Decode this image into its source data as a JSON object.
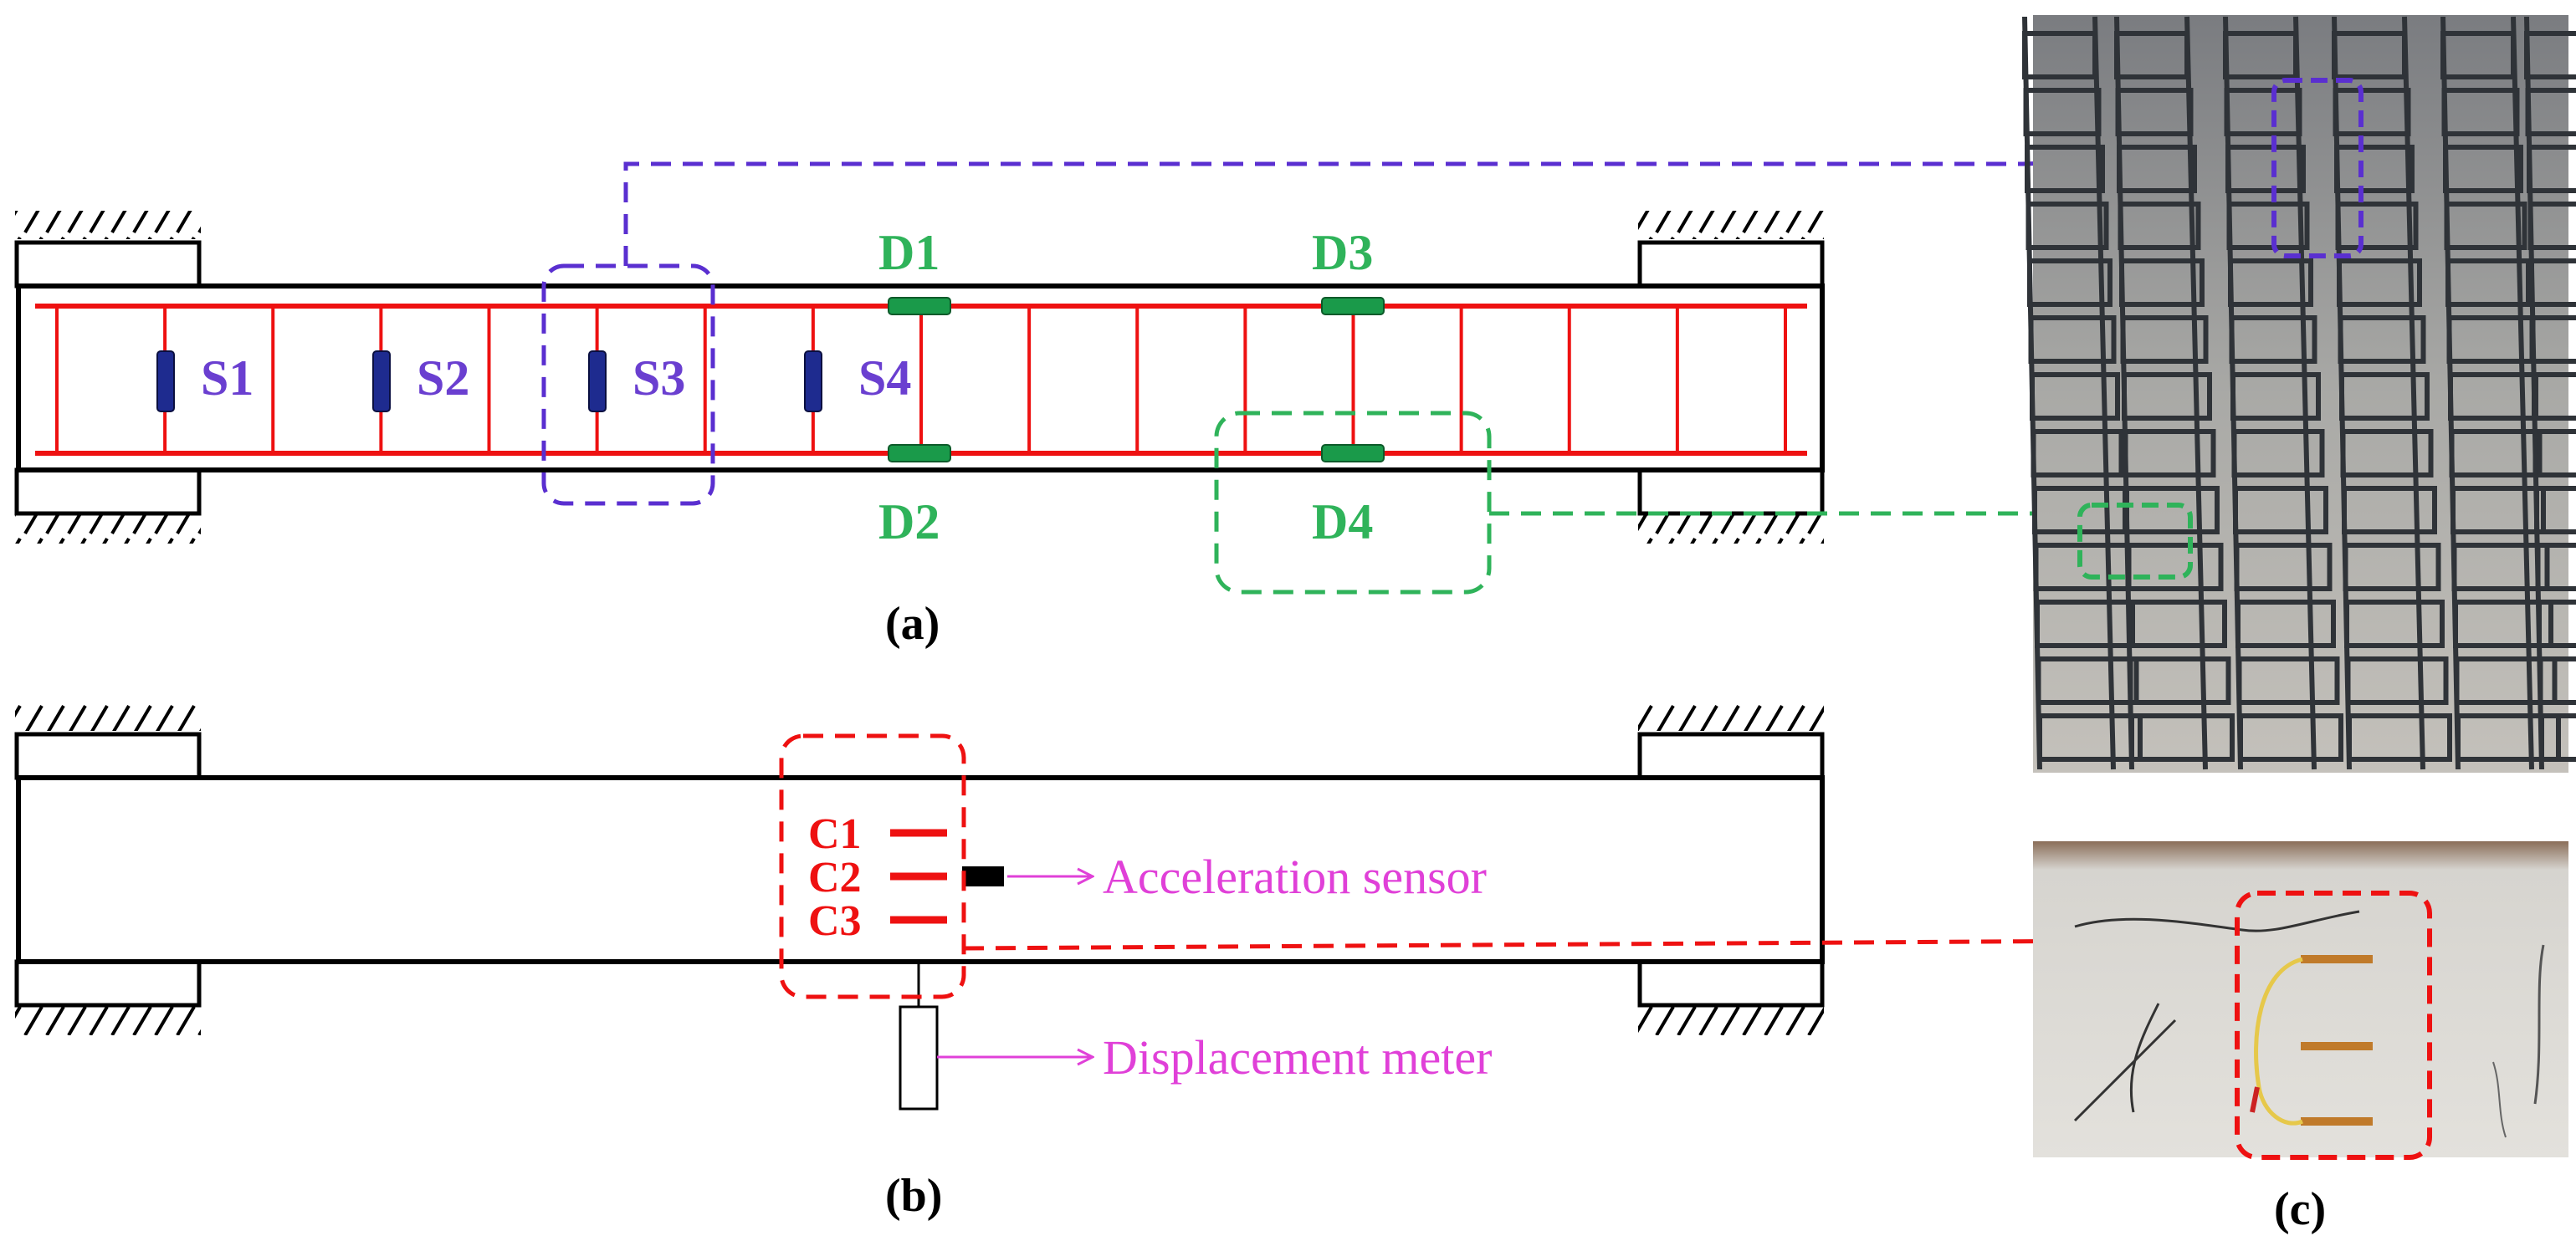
{
  "panel_a": {
    "caption": "(a)",
    "stirrup_gauges": [
      "S1",
      "S2",
      "S3",
      "S4"
    ],
    "longitudinal_gauges": [
      "D1",
      "D2",
      "D3",
      "D4"
    ]
  },
  "panel_b": {
    "caption": "(b)",
    "concrete_gauges": [
      "C1",
      "C2",
      "C3"
    ],
    "acceleration_label": "Acceleration sensor",
    "displacement_label": "Displacement meter"
  },
  "panel_c": {
    "caption": "(c)"
  },
  "colors": {
    "rebar": "#ee1111",
    "stirrup_gauge": "#1e2b8f",
    "stirrup_label": "#6a3fd0",
    "longitudinal_gauge": "#1a9a4a",
    "longitudinal_label": "#2fb35a",
    "concrete_label": "#ee1111",
    "annotation": "#e040d8"
  }
}
